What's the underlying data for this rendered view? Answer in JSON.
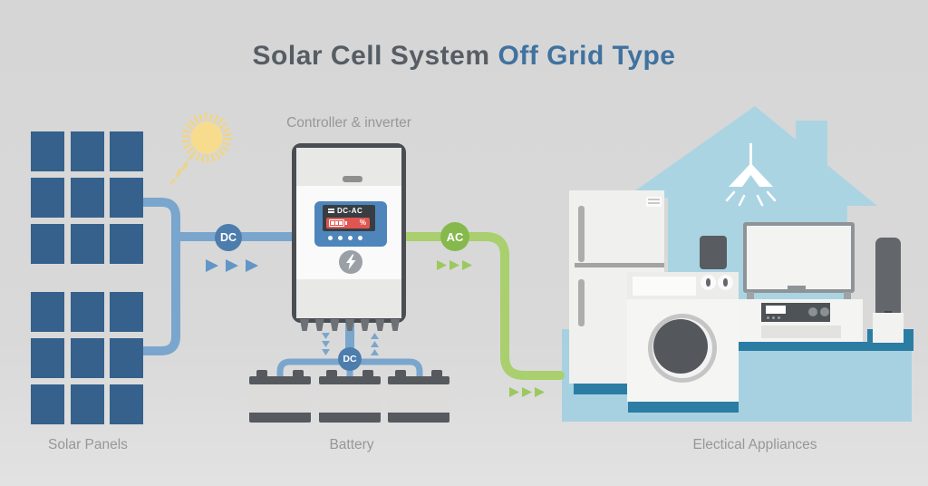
{
  "title": {
    "main": "Solar Cell System",
    "highlight": "Off Grid Type"
  },
  "labels": {
    "solar_panels": "Solar Panels",
    "controller": "Controller & inverter",
    "battery": "Battery",
    "appliances": "Electical Appliances"
  },
  "badges": {
    "dc_panels": "DC",
    "ac": "AC",
    "dc_battery": "DC"
  },
  "display": {
    "mode": "DC-AC",
    "percent": "%"
  },
  "colors": {
    "background": "#d8d8d8",
    "panel_cell_blue": "#35618c",
    "wire_blue": "#7aa6cd",
    "node_blue": "#4d7dad",
    "wire_green": "#a9cf6e",
    "node_green": "#85b94d",
    "house_blue": "#abd4e3",
    "floor_light_blue": "#a7d1e0",
    "floor_teal": "#2b7da4",
    "display_panel_blue": "#4e86bb",
    "display_alert_red": "#df5650",
    "title_dark": "#565d64",
    "title_blue": "#3f729f",
    "label_gray": "#979797",
    "sun_yellow": "#f8dc8e"
  }
}
